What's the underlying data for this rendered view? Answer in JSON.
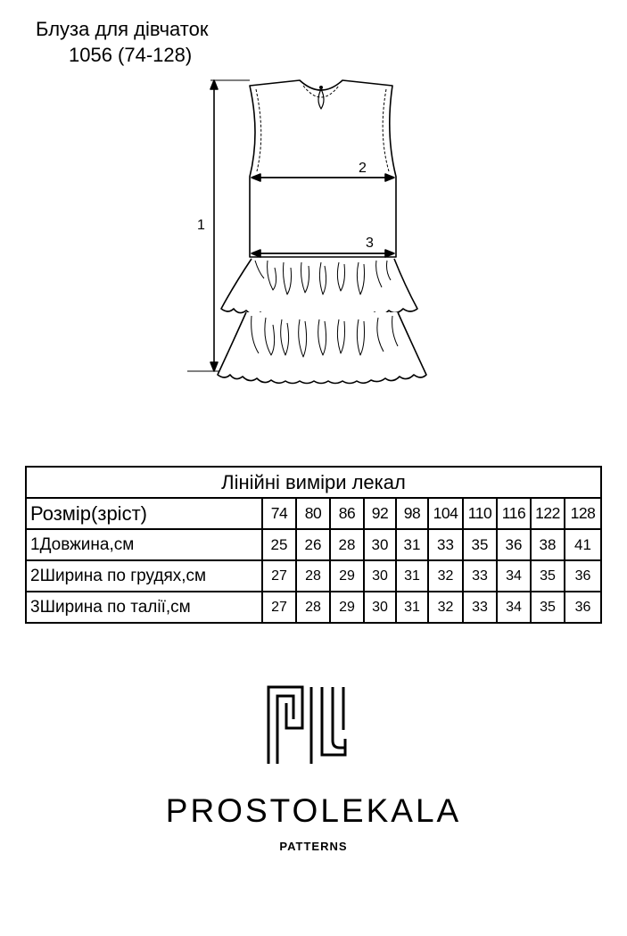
{
  "header": {
    "title_line1": "Блуза для дівчаток",
    "title_line2": "1056 (74-128)"
  },
  "sketch": {
    "dim1": "1",
    "dim2": "2",
    "dim3": "3"
  },
  "table": {
    "caption": "Лінійні виміри лекал",
    "size_header": "Розмір(зріст)",
    "sizes": [
      "74",
      "80",
      "86",
      "92",
      "98",
      "104",
      "110",
      "116",
      "122",
      "128"
    ],
    "rows": [
      {
        "label": "1Довжина,см",
        "values": [
          "25",
          "26",
          "28",
          "30",
          "31",
          "33",
          "35",
          "36",
          "38",
          "41"
        ]
      },
      {
        "label": "2Ширина по грудях,см",
        "values": [
          "27",
          "28",
          "29",
          "30",
          "31",
          "32",
          "33",
          "34",
          "35",
          "36"
        ]
      },
      {
        "label": "3Ширина по талії,см",
        "values": [
          "27",
          "28",
          "29",
          "30",
          "31",
          "32",
          "33",
          "34",
          "35",
          "36"
        ]
      }
    ]
  },
  "brand": {
    "name": "PROSTOLEKALA",
    "tagline": "PATTERNS"
  }
}
